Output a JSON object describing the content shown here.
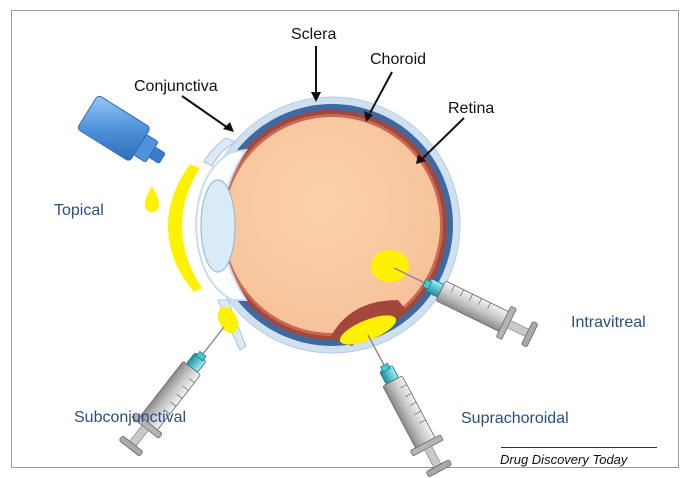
{
  "labels": {
    "sclera": "Sclera",
    "choroid": "Choroid",
    "conjunctiva": "Conjunctiva",
    "retina": "Retina"
  },
  "routes": {
    "topical": "Topical",
    "intravitreal": "Intravitreal",
    "subconjunctival": "Subconjunctival",
    "suprachoroidal": "Suprachoroidal"
  },
  "source": "Drug Discovery Today",
  "colors": {
    "vitreous": "#f9c8a0",
    "choroid": "#a3473c",
    "retina": "#3f6aa1",
    "sclera": "#c9dcef",
    "drug": "#fff200",
    "route_text": "#2a4f82",
    "lens": "#d8ebf6"
  }
}
